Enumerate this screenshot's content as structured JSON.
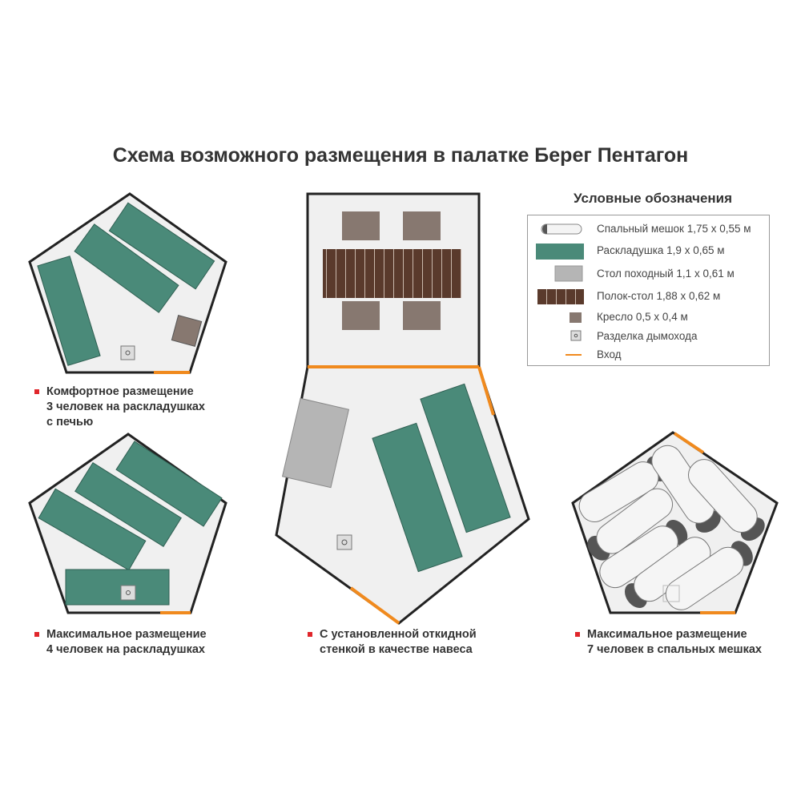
{
  "title": "Схема возможного размещения в палатке Берег Пентагон",
  "legend": {
    "title": "Условные обозначения",
    "items": [
      {
        "icon": "sleeping-bag",
        "label": "Спальный мешок 1,75 х 0,55 м"
      },
      {
        "icon": "cot",
        "label": "Раскладушка 1,9 х 0,65 м"
      },
      {
        "icon": "camp-table",
        "label": "Стол походный 1,1 х 0,61 м"
      },
      {
        "icon": "shelf-table",
        "label": "Полок-стол 1,88 х 0,62 м"
      },
      {
        "icon": "chair",
        "label": "Кресло 0,5 х 0,4 м"
      },
      {
        "icon": "chimney-pass",
        "label": "Разделка дымохода"
      },
      {
        "icon": "entrance-line",
        "label": "Вход"
      }
    ]
  },
  "captions": {
    "comfort": [
      "Комфортное размещение",
      "3 человек на раскладушках",
      "с печью"
    ],
    "max_cots": [
      "Максимальное размещение",
      "4 человек на раскладушках"
    ],
    "awning": [
      "С установленной откидной",
      "стенкой в качестве навеса"
    ],
    "max_bags": [
      "Максимальное размещение",
      "7 человек в спальных мешках"
    ]
  },
  "colors": {
    "cot": "#4a8a79",
    "table": "#b5b5b5",
    "shelf": "#5a3a2c",
    "chair": "#877870",
    "entrance": "#f08a1e",
    "floor": "#f0f0f0",
    "wall": "#222222",
    "bullet": "#e0262b"
  }
}
